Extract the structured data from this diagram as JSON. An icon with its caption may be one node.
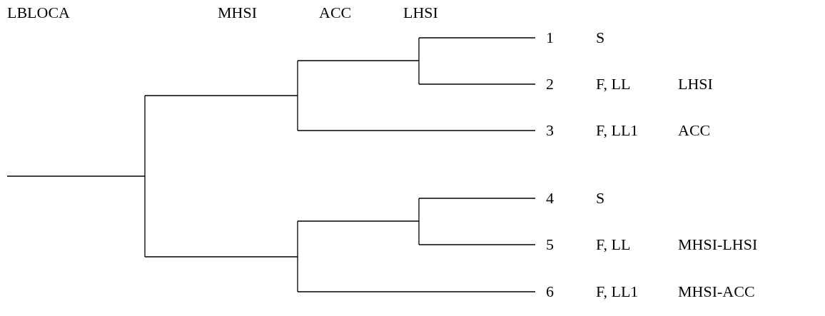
{
  "diagram": {
    "labels": [
      "LBLOCA",
      "MHSI",
      "ACC",
      "LHSI",
      "1",
      "S",
      "2",
      "F, LL",
      "LHSI",
      "3",
      "F, LL1",
      "ACC",
      "4",
      "S",
      "5",
      "F, LL",
      "MHSI-LHSI",
      "6",
      "F, LL1",
      "MHSI-ACC"
    ]
  }
}
